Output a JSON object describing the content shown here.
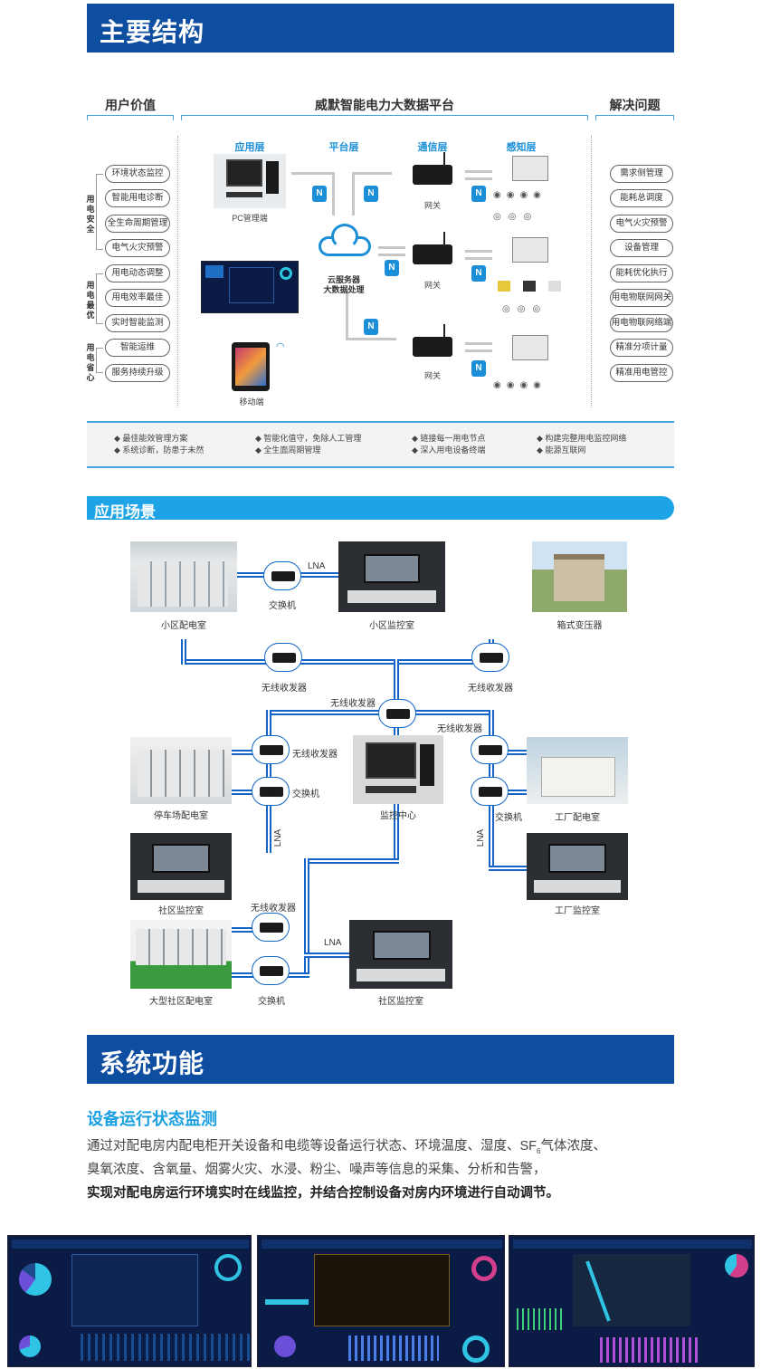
{
  "section1": {
    "title": "主要结构"
  },
  "categories": {
    "user_value": "用户价值",
    "platform": "威默智能电力大数据平台",
    "solve": "解决问题"
  },
  "layers": {
    "app": "应用层",
    "platform": "平台层",
    "comm": "通信层",
    "sense": "感知层"
  },
  "left_groups": [
    {
      "label": "用电安全",
      "items": [
        "环境状态监控",
        "智能用电诊断",
        "全生命周期管理",
        "电气火灾预警"
      ]
    },
    {
      "label": "用电最优",
      "items": [
        "用电动态调整",
        "用电效率最佳",
        "实时智能监测"
      ]
    },
    {
      "label": "用电省心",
      "items": [
        "智能运维",
        "服务持续升级"
      ]
    }
  ],
  "right_items": [
    "需求侧管理",
    "能耗总调度",
    "电气火灾预警",
    "设备管理",
    "能耗优化执行",
    "用电物联网网关",
    "用电物联网络端",
    "精准分项计量",
    "精准用电管控"
  ],
  "diagram": {
    "pc_label": "PC管理端",
    "mobile_label": "移动端",
    "cloud_label_1": "云服务器",
    "cloud_label_2": "大数据处理",
    "gateway_label": "网关"
  },
  "bullets": [
    [
      "最佳能效管理方案",
      "系统诊断，防患于未然"
    ],
    [
      "智能化值守，免除人工管理",
      "全生面周期管理"
    ],
    [
      "链接每一用电节点",
      "深入用电设备终端"
    ],
    [
      "构建完整用电监控网络",
      "能源互联网"
    ]
  ],
  "section2": {
    "title": "应用场景"
  },
  "scenario": {
    "lna": "LNA",
    "switch": "交换机",
    "wireless": "无线收发器",
    "community_power_room": "小区配电室",
    "community_monitor_room": "小区监控室",
    "box_transformer": "箱式变压器",
    "parking_power_room": "停车场配电室",
    "monitor_center": "监控中心",
    "factory_power_room": "工厂配电室",
    "district_monitor_room": "社区监控室",
    "factory_monitor_room": "工厂监控室",
    "large_community_power_room": "大型社区配电室",
    "community_monitor_room_2": "社区监控室"
  },
  "section3": {
    "title": "系统功能"
  },
  "feature": {
    "title": "设备运行状态监测",
    "line1": "通过对配电房内配电柜开关设备和电缆等设备运行状态、环境温度、湿度、SF",
    "line1_sub": "6",
    "line1_end": "气体浓度、",
    "line2": "臭氧浓度、含氧量、烟雾火灾、水浸、粉尘、噪声等信息的采集、分析和告警，",
    "line3": "实现对配电房运行环境实时在线监控，并结合控制设备对房内环境进行自动调节。"
  },
  "colors": {
    "banner": "#0d4ea0",
    "accent": "#1a8fd8",
    "pipe": "#1565c8"
  }
}
